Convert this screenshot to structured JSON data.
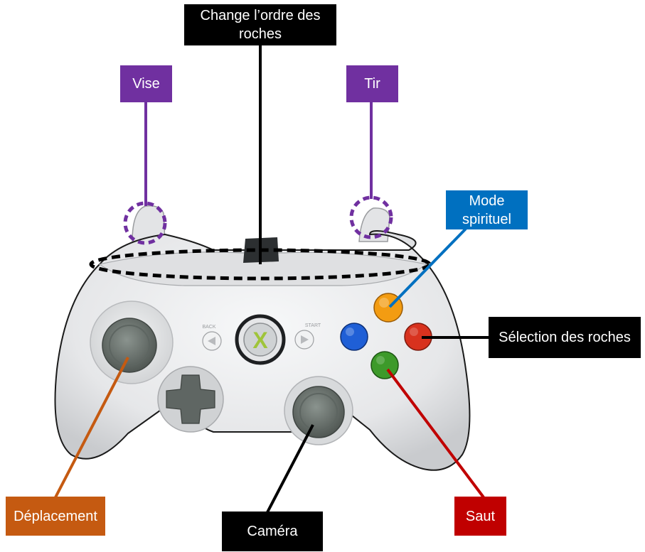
{
  "labels": {
    "change_order": "Change l’ordre des roches",
    "vise": "Vise",
    "tir": "Tir",
    "mode_spirituel": "Mode spirituel",
    "selection_roches": "Sélection des roches",
    "deplacement": "Déplacement",
    "camera": "Caméra",
    "saut": "Saut"
  },
  "controller": {
    "guide_button_letter": "X",
    "back_label": "BACK",
    "start_label": "START"
  },
  "colors": {
    "black": "#000000",
    "purple": "#7030a0",
    "blue": "#0070c0",
    "orange": "#c55a11",
    "red": "#c00000",
    "controller_body": "#e9eaec",
    "stick_gray": "#6b746f",
    "btn_yellow": "#f39c12",
    "btn_red": "#d8321e",
    "btn_blue": "#1f5fd6",
    "btn_green": "#3d9a2a"
  }
}
